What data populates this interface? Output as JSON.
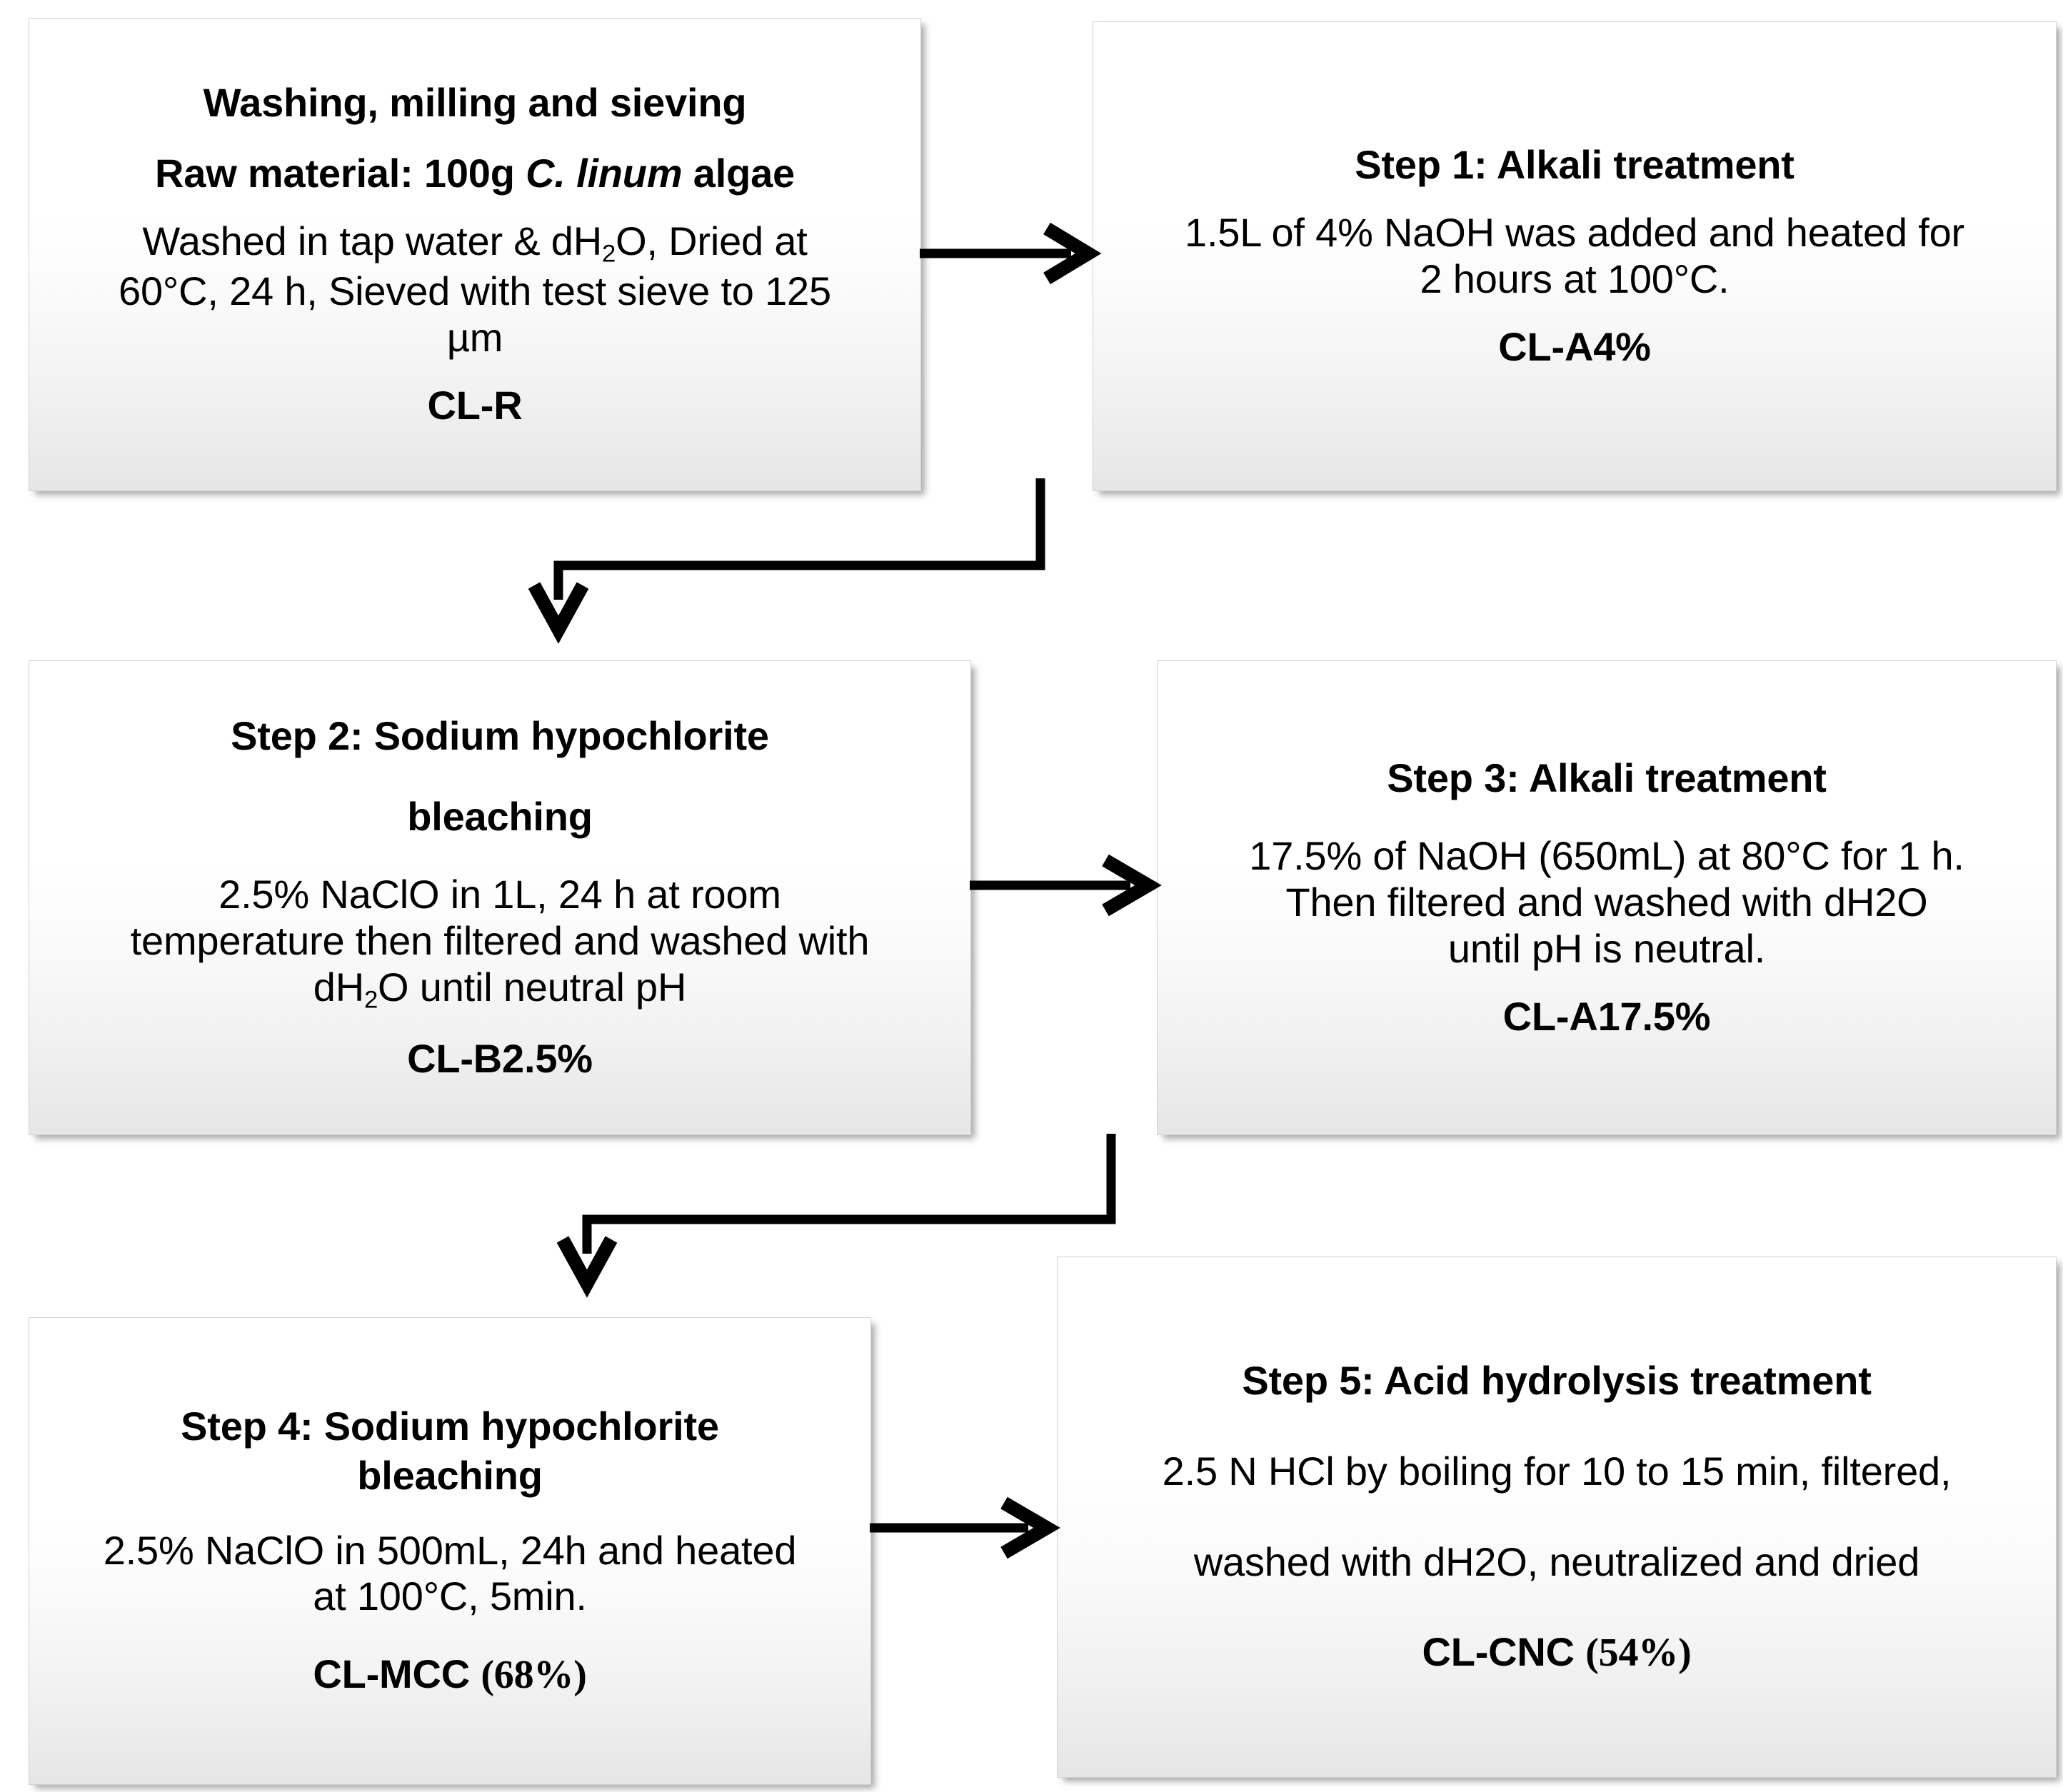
{
  "diagram": {
    "title": "Cellulose extraction process flowchart",
    "line_color": "#000000",
    "box_border_color": "#d2d2d2",
    "box_fill_top": "#ffffff",
    "box_fill_bottom": "#e6e6e6"
  },
  "nodes": [
    {
      "id": "raw-material",
      "heading1": "Washing, milling and sieving",
      "heading2_prefix": "Raw material: 100g ",
      "heading2_italic": "C. linum",
      "heading2_suffix": " algae",
      "body_line1_a": "Washed in tap water & dH",
      "body_line1_sub": "2",
      "body_line1_b": "O, Dried at",
      "body_line2": "60°C, 24 h, Sieved with test sieve to 125",
      "body_line3": "µm",
      "label": "CL-R"
    },
    {
      "id": "step-1",
      "heading": "Step 1: Alkali treatment",
      "body_line1": "1.5L of 4% NaOH was added and heated for",
      "body_line2": "2 hours at 100°C.",
      "label": "CL-A4%"
    },
    {
      "id": "step-2",
      "heading_line1": "Step 2: Sodium hypochlorite",
      "heading_line2": "bleaching",
      "body_line1": "2.5% NaClO in 1L, 24 h at room",
      "body_line2": "temperature then filtered and washed with",
      "body_line3_a": "dH",
      "body_line3_sub": "2",
      "body_line3_b": "O until neutral pH",
      "label": "CL-B2.5%"
    },
    {
      "id": "step-3",
      "heading": "Step 3: Alkali treatment",
      "body_line1": "17.5% of NaOH (650mL) at 80°C for 1 h.",
      "body_line2": "Then filtered and washed with dH2O",
      "body_line3": "until pH is neutral.",
      "label": "CL-A17.5%"
    },
    {
      "id": "step-4",
      "heading_line1": "Step 4: Sodium hypochlorite",
      "heading_line2": "bleaching",
      "body_line1": "2.5% NaClO in 500mL, 24h and heated",
      "body_line2": "at 100°C, 5min.",
      "label_main": "CL-MCC ",
      "label_pct": "(68%)"
    },
    {
      "id": "step-5",
      "heading": "Step 5: Acid hydrolysis treatment",
      "body_line1": "2.5 N HCl by boiling for 10 to 15 min, filtered,",
      "body_line2": "washed with dH2O, neutralized and dried",
      "label_main": "CL-CNC  ",
      "label_pct": "(54%)"
    }
  ],
  "connectors": [
    {
      "id": "arrow-raw-to-step1",
      "kind": "straight-right",
      "from": "raw-material",
      "to": "step-1"
    },
    {
      "id": "elbow-step1-to-step2",
      "kind": "elbow-down-left",
      "from": "step-1",
      "to": "step-2"
    },
    {
      "id": "arrow-step2-to-step3",
      "kind": "straight-right",
      "from": "step-2",
      "to": "step-3"
    },
    {
      "id": "elbow-step3-to-step4",
      "kind": "elbow-down-left",
      "from": "step-3",
      "to": "step-4"
    },
    {
      "id": "arrow-step4-to-step5",
      "kind": "straight-right",
      "from": "step-4",
      "to": "step-5"
    }
  ]
}
